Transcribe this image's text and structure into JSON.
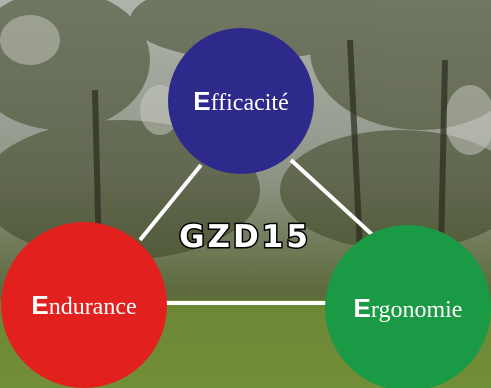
{
  "diagram": {
    "center_label": "GZD15",
    "nodes": [
      {
        "id": "top",
        "initial": "E",
        "rest": "fficacité",
        "color": "#2e2a8c"
      },
      {
        "id": "left",
        "initial": "E",
        "rest": "ndurance",
        "color": "#e2211e"
      },
      {
        "id": "right",
        "initial": "E",
        "rest": "rgonomie",
        "color": "#1a9a45"
      }
    ],
    "edges": [
      [
        "top",
        "left"
      ],
      [
        "top",
        "right"
      ],
      [
        "left",
        "right"
      ]
    ],
    "line_color": "#ffffff"
  },
  "background": {
    "description_color_sky": "#b7bcb6",
    "description_color_foliage": "#3f4a2c",
    "description_color_grass": "#6d8a3a"
  }
}
